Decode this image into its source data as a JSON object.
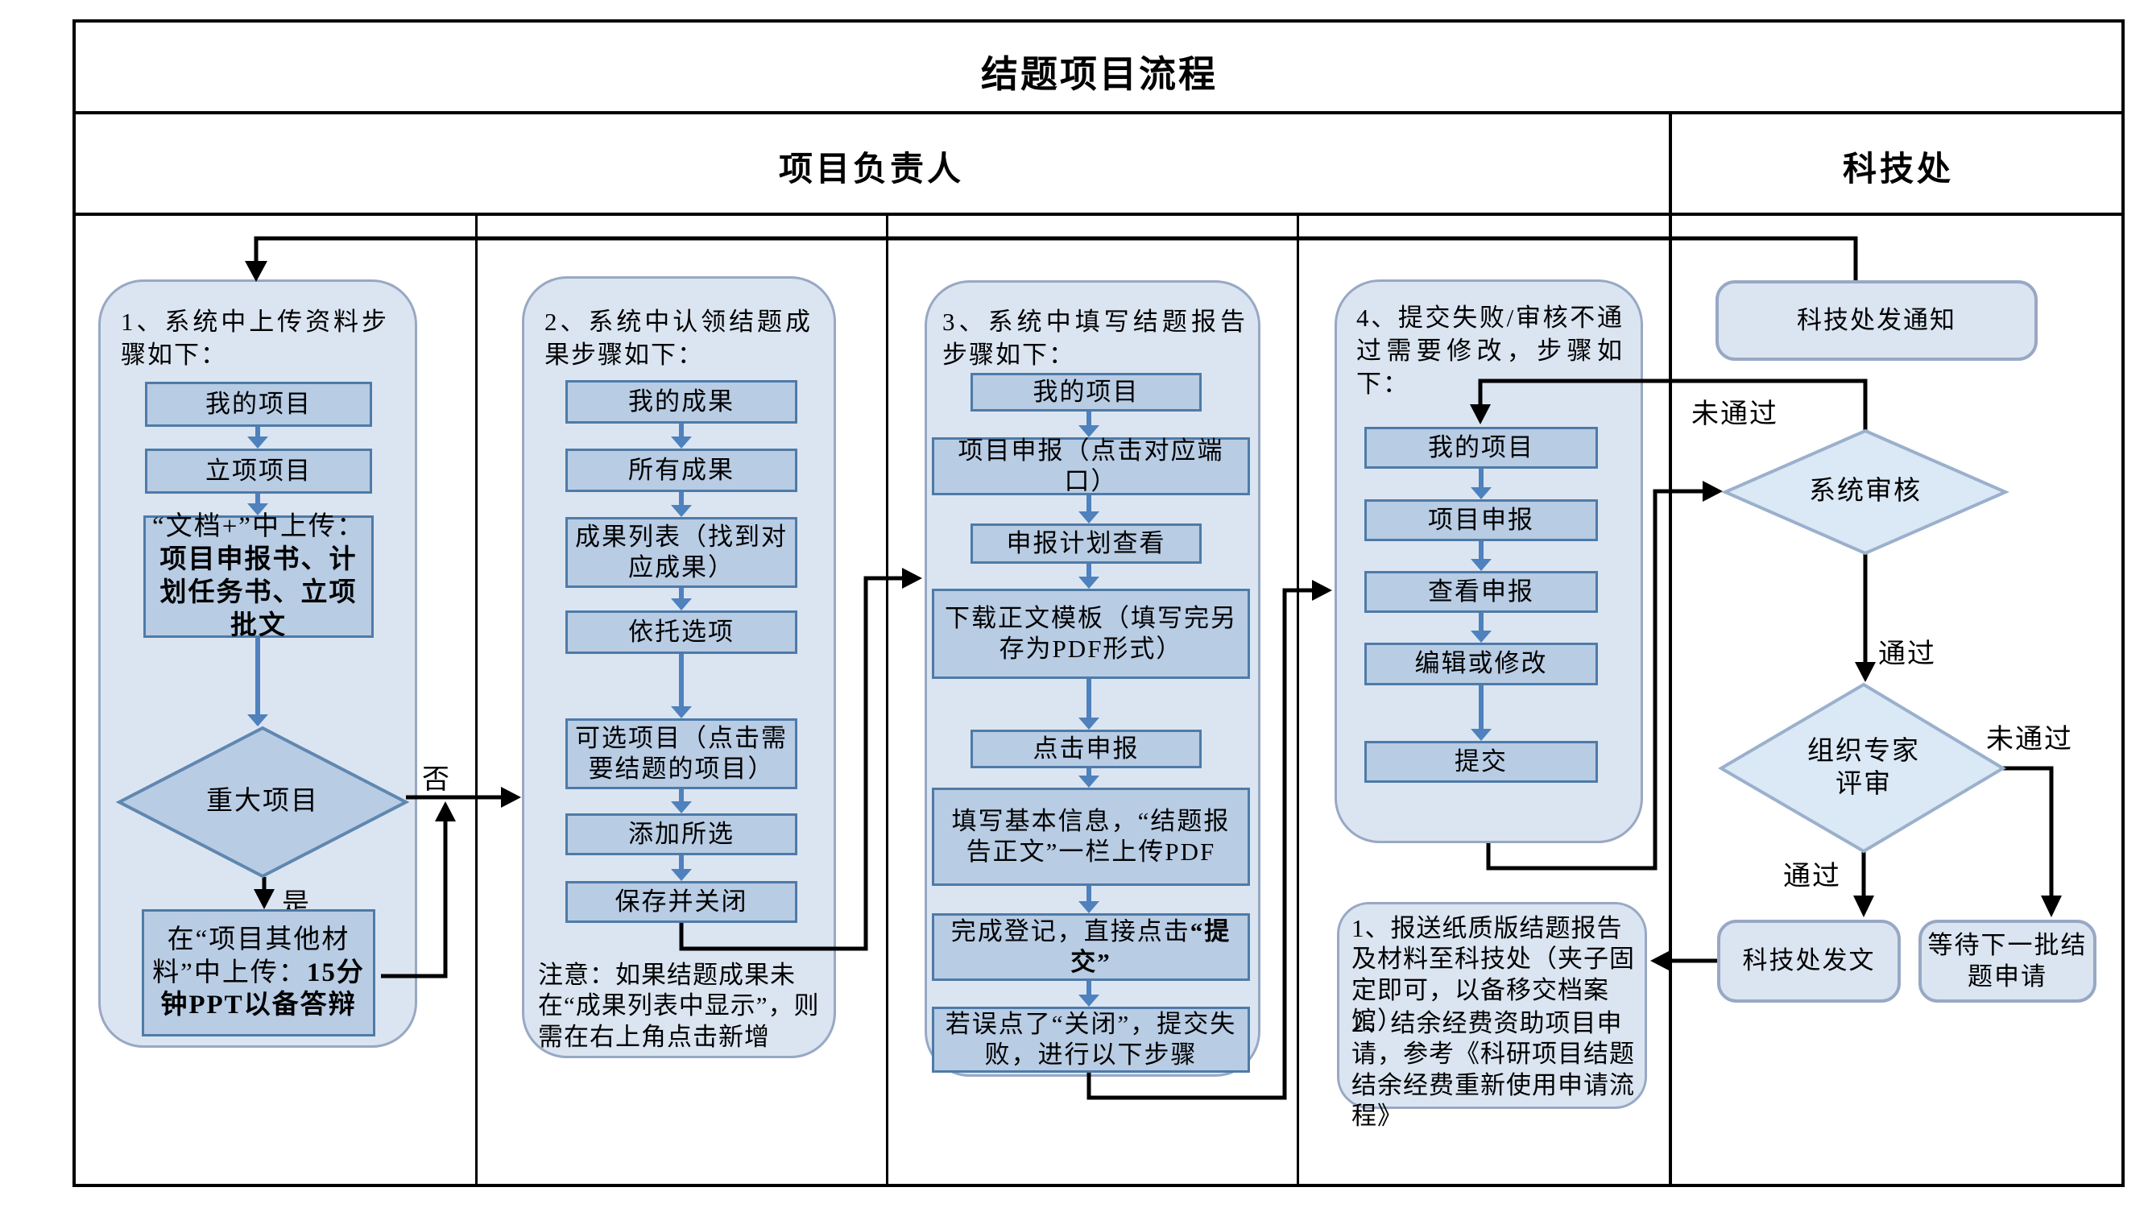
{
  "title": "结题项目流程",
  "lanes": {
    "left": "项目负责人",
    "right": "科技处"
  },
  "c1": {
    "header": "1、系统中上传资料步骤如下：",
    "s1": "我的项目",
    "s2": "立项项目",
    "s3_pre": "“文档+”中上传：",
    "s3_bold": "项目申报书、计划任务书、立项批文",
    "diamond": "重大项目",
    "label_no": "否",
    "label_yes": "是",
    "s4_pre": "在“项目其他材料”中上传：",
    "s4_bold": "15分钟PPT以备答辩"
  },
  "c2": {
    "header": "2、系统中认领结题成果步骤如下：",
    "s1": "我的成果",
    "s2": "所有成果",
    "s3": "成果列表（找到对应成果）",
    "s4": "依托选项",
    "s5": "可选项目（点击需要结题的项目）",
    "s6": "添加所选",
    "s7": "保存并关闭",
    "note": "注意：如果结题成果未在“成果列表中显示”，则需在右上角点击新增"
  },
  "c3": {
    "header": "3、系统中填写结题报告步骤如下：",
    "s1": "我的项目",
    "s2": "项目申报（点击对应端口）",
    "s3": "申报计划查看",
    "s4": "下载正文模板（填写完另存为PDF形式）",
    "s5": "点击申报",
    "s6": "填写基本信息，“结题报告正文”一栏上传PDF",
    "s7_pre": "完成登记，直接点击",
    "s7_bold": "“提交”",
    "s8": "若误点了“关闭”，提交失败，进行以下步骤"
  },
  "c4": {
    "header": "4、提交失败/审核不通过需要修改，步骤如下：",
    "s1": "我的项目",
    "s2": "项目申报",
    "s3": "查看申报",
    "s4": "编辑或修改",
    "s5": "提交"
  },
  "c5": {
    "item1": "1、报送纸质版结题报告及材料至科技处（夹子固定即可，以备移交档案馆）",
    "item2": "2、结余经费资助项目申请，参考《科研项目结题结余经费重新使用申请流程》"
  },
  "right": {
    "notify": "科技处发通知",
    "sys_review": "系统审核",
    "expert_review": "组织专家评审",
    "issue": "科技处发文",
    "wait": "等待下一批结题申请",
    "label_pass": "通过",
    "label_fail": "未通过"
  },
  "colors": {
    "container_fill": "#dbe5f1",
    "container_border": "#98a8c4",
    "box_fill": "#b8cce4",
    "box_border": "#4e7ba8",
    "diamond_dark_fill": "#b8cce4",
    "diamond_light_fill": "#dbe8f5",
    "arrow_blue": "#4e81bd",
    "flow_black": "#000000"
  }
}
